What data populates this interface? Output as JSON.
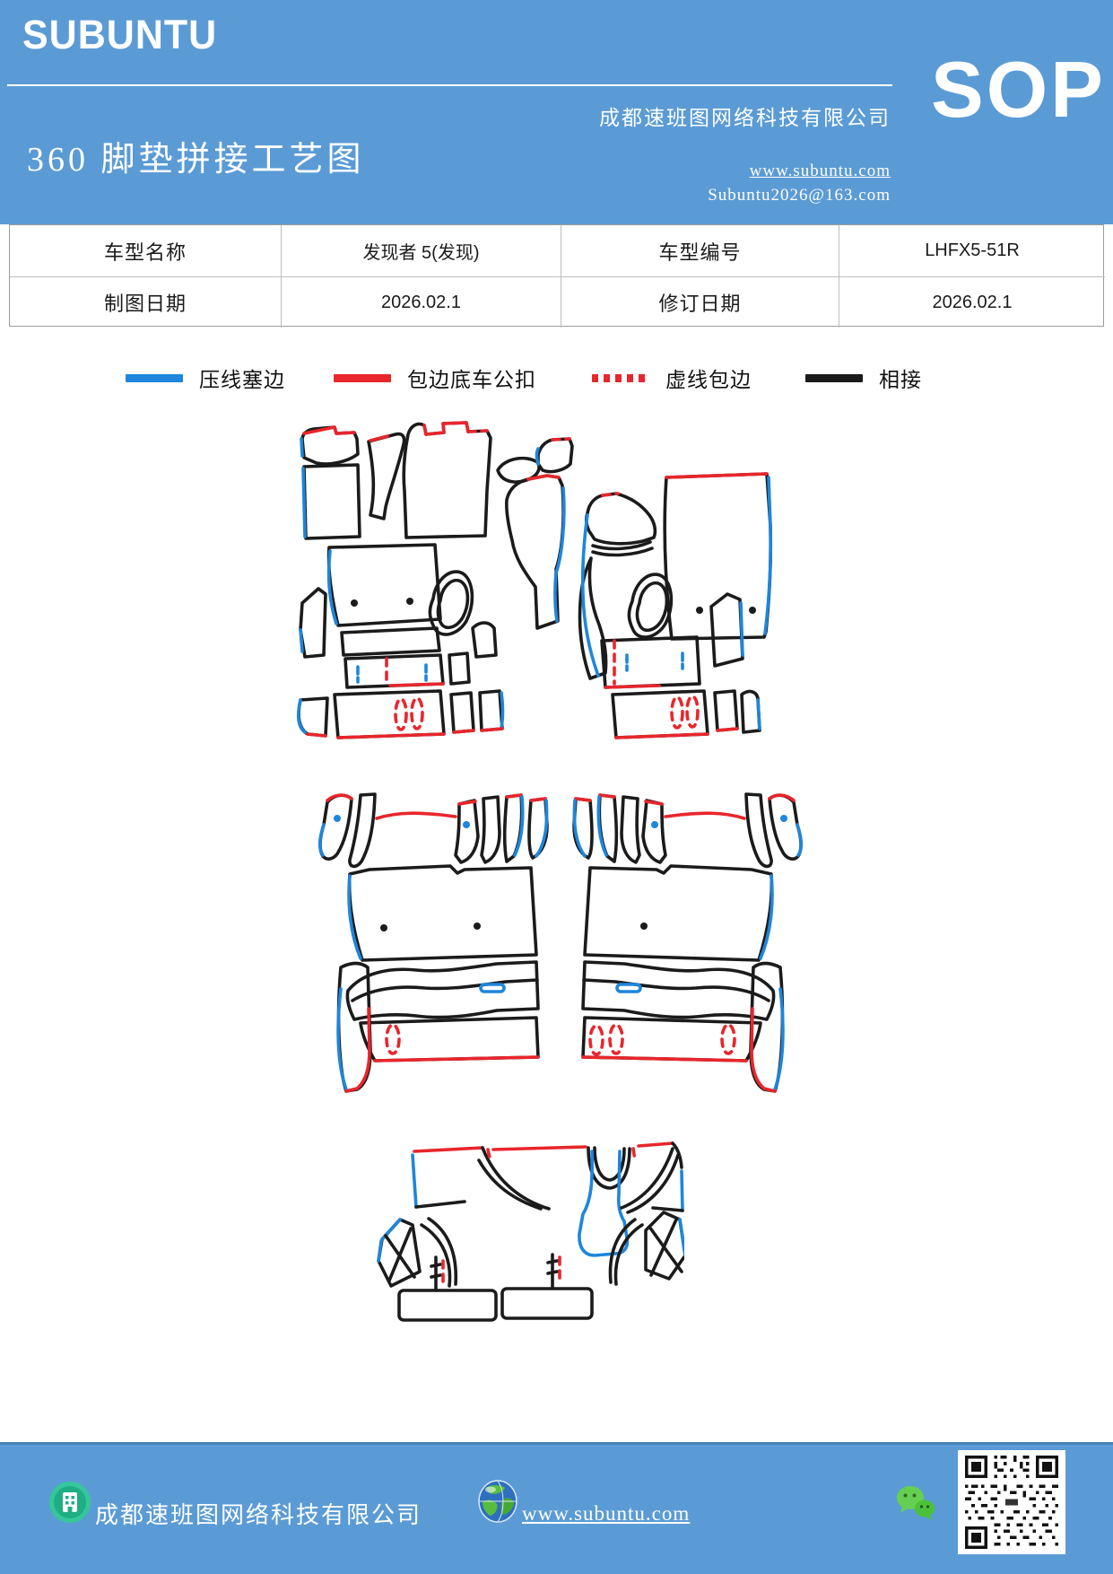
{
  "colors": {
    "accent": "#5B9BD5",
    "accent_dark": "#4a7fb5",
    "line_black": "#1b1b1b",
    "line_blue": "#1e86dc",
    "line_red": "#e8262c",
    "table_border": "#bdbdbd",
    "wechat_green": "#55c332",
    "icon_teal": "#2ebf91"
  },
  "header": {
    "brand": "SUBUNTU",
    "title": "360 脚垫拼接工艺图",
    "company": "成都速班图网络科技有限公司",
    "website": "www.subuntu.com",
    "email": "Subuntu2026@163.com",
    "badge": "SOP"
  },
  "info_table": {
    "rows": [
      {
        "label1": "车型名称",
        "value1": "发现者 5(发现)",
        "label2": "车型编号",
        "value2": "LHFX5-51R"
      },
      {
        "label1": "制图日期",
        "value1": "2026.02.1",
        "label2": "修订日期",
        "value2": "2026.02.1"
      }
    ]
  },
  "legend": {
    "items": [
      {
        "label": "压线塞边",
        "style": "solid",
        "color": "#1e86dc"
      },
      {
        "label": "包边底车公扣",
        "style": "solid",
        "color": "#e8262c"
      },
      {
        "label": "虚线包边",
        "style": "dotted",
        "color": "#e8262c"
      },
      {
        "label": "相接",
        "style": "solid",
        "color": "#1b1b1b"
      }
    ]
  },
  "footer": {
    "company": "成都速班图网络科技有限公司",
    "website": "www.subuntu.com"
  }
}
